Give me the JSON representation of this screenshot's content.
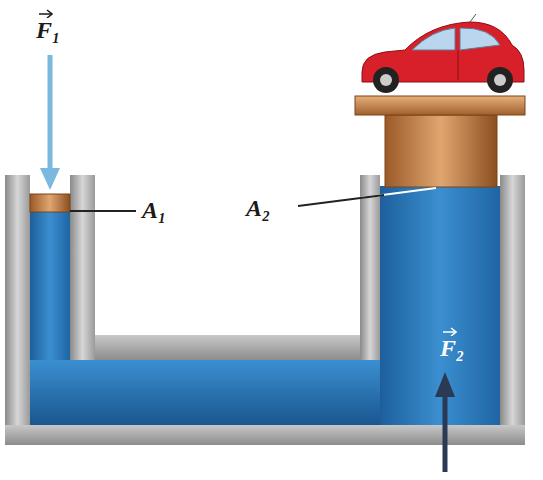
{
  "diagram": {
    "labels": [
      "F₁",
      "A₁",
      "A₂",
      "F₂"
    ]
  }
}
